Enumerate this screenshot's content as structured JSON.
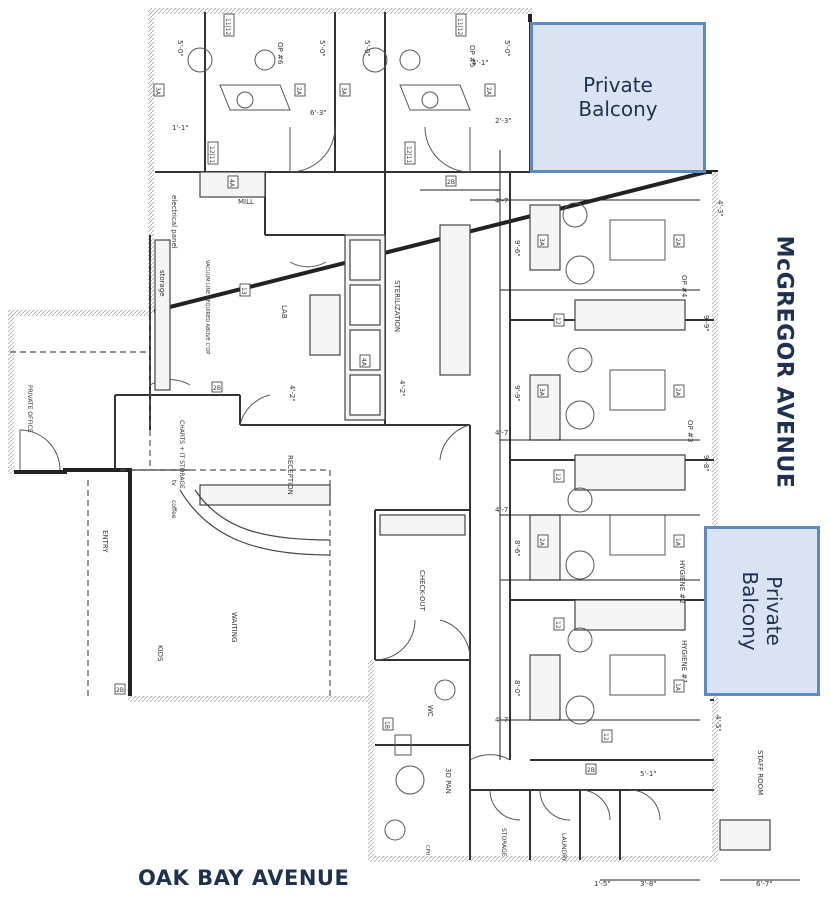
{
  "streets": {
    "south": "OAK BAY AVENUE",
    "east": "McGREGOR AVENUE"
  },
  "balconies": {
    "top": {
      "line1": "Private",
      "line2": "Balcony"
    },
    "right": {
      "line1": "Private",
      "line2": "Balcony"
    }
  },
  "rooms": {
    "op6": "OP #6",
    "op5": "OP #5",
    "op4": "OP #4",
    "op3": "OP #3",
    "hygiene2": "HYGIENE #2",
    "hygiene1": "HYGIENE #1",
    "electrical": "electrical panel",
    "storage": "storage",
    "vacuum": "VACUUM LINE REQUIRED ABOVE C'OP",
    "mill": "MILL",
    "lab": "LAB",
    "sterilization": "STERILIZATION",
    "private_office": "PRIVATE OFFICE",
    "charts": "CHARTS + IT STORAGE",
    "reception": "RECEPTION",
    "coffee": "coffee",
    "tv": "tv",
    "entry": "ENTRY",
    "waiting": "WAITING",
    "kids": "KIDS",
    "checkout": "CHECK-OUT",
    "wc": "WC",
    "pan3d": "3D PAN",
    "ceph": "CPH",
    "storage2": "STORAGE",
    "laundry": "LAUNDRY",
    "staff": "STAFF ROOM"
  },
  "dimensions": [
    "5'-0\"",
    "5'-0\"",
    "5'-0\"",
    "5'-0\"",
    "4'-1\"",
    "6'-3\"",
    "2'-3\"",
    "1'-1\"",
    "4'-7\"",
    "4'-7\"",
    "4'-7\"",
    "4'-7\"",
    "4'-3\"",
    "9'-6\"",
    "9'-9\"",
    "9'-9\"",
    "9'-8\"",
    "8'-6\"",
    "8'-0\"",
    "4'-2\"",
    "4'-2\"",
    "4'-5\"",
    "5'-1\"",
    "1'-5\"",
    "3'-8\"",
    "6'-7\""
  ],
  "tags": [
    "11|12",
    "11|12",
    "12|11",
    "12|11",
    "3A",
    "3A",
    "2A",
    "2A",
    "2A",
    "2A",
    "2A",
    "1A",
    "1A",
    "2B",
    "2B",
    "2B",
    "2B",
    "13",
    "12",
    "12",
    "12",
    "12",
    "4A",
    "4A",
    "3A",
    "3A",
    "1B"
  ]
}
